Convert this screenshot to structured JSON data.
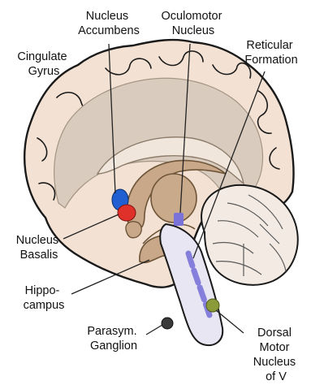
{
  "labels": {
    "nucleus_accumbens": [
      "Nucleus",
      "Accumbens"
    ],
    "oculomotor_nucleus": [
      "Oculomotor",
      "Nucleus"
    ],
    "cingulate_gyrus": [
      "Cingulate",
      "Gyrus"
    ],
    "reticular_formation": [
      "Reticular",
      "Formation"
    ],
    "nucleus_basalis": [
      "Nucleus",
      "Basalis"
    ],
    "hippocampus": [
      "Hippo-",
      "campus"
    ],
    "parasym_ganglion": [
      "Parasym.",
      "Ganglion"
    ],
    "dorsal_motor_nucleus": [
      "Dorsal",
      "Motor",
      "Nucleus",
      "of V"
    ]
  },
  "colors": {
    "cortex": "#f3e2d4",
    "cortex_outline": "#1a1a1a",
    "inner_band": "#d9cbbd",
    "deep_structure": "#c8a888",
    "brainstem": "#e8e6f2",
    "nucleus_accumbens_blue": "#1f5fd1",
    "nucleus_basalis_red": "#e0302a",
    "oculomotor_purple": "#7a72d8",
    "dorsal_motor_olive": "#8c9b3a",
    "ganglion_dark": "#3a3a3a",
    "leader_line": "#222222"
  }
}
